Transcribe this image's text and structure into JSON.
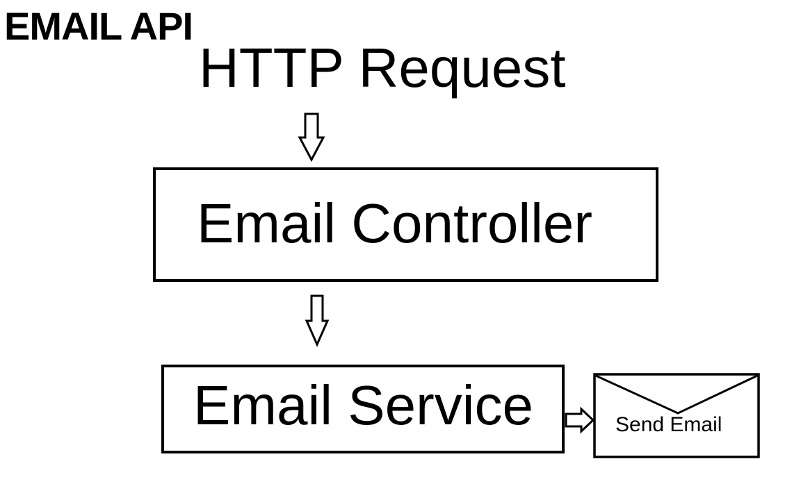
{
  "title": "EMAIL API",
  "nodes": {
    "request": "HTTP Request",
    "controller": "Email Controller",
    "service": "Email Service",
    "send": "Send Email"
  },
  "colors": {
    "stroke": "#000000",
    "background": "#ffffff"
  }
}
